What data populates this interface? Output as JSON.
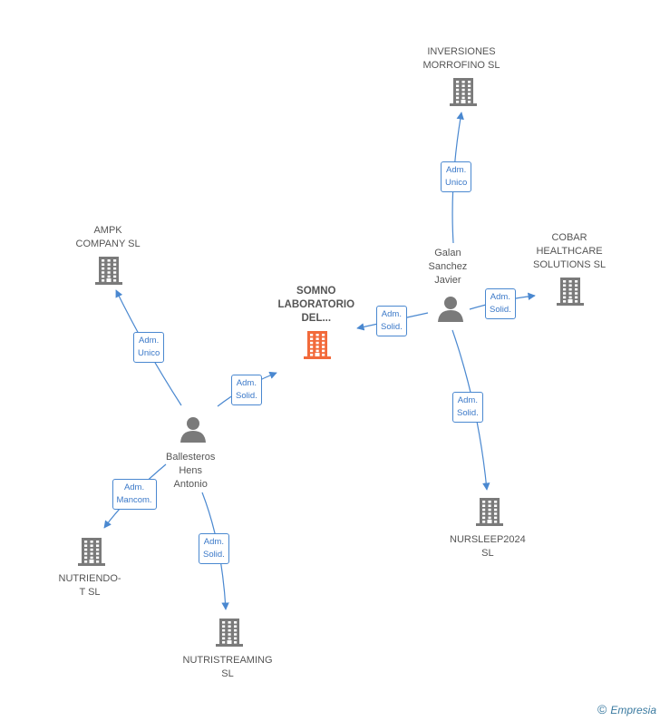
{
  "colors": {
    "company": "#7a7a7a",
    "main_company": "#f26a3b",
    "person": "#7a7a7a",
    "edge": "#4a88d0"
  },
  "nodes": [
    {
      "id": "somno",
      "type": "company",
      "main": true,
      "lines": [
        "SOMNO",
        "LABORATORIO",
        "DEL..."
      ]
    },
    {
      "id": "inversiones",
      "type": "company",
      "lines": [
        "INVERSIONES",
        "MORROFINO  SL"
      ]
    },
    {
      "id": "ampk",
      "type": "company",
      "lines": [
        "AMPK",
        "COMPANY  SL"
      ]
    },
    {
      "id": "cobar",
      "type": "company",
      "lines": [
        "COBAR",
        "HEALTHCARE",
        "SOLUTIONS  SL"
      ]
    },
    {
      "id": "nursleep",
      "type": "company",
      "lines": [
        "NURSLEEP2024",
        "SL"
      ]
    },
    {
      "id": "nutriendo",
      "type": "company",
      "lines": [
        "NUTRIENDO-",
        "T  SL"
      ]
    },
    {
      "id": "nutristreaming",
      "type": "company",
      "lines": [
        "NUTRISTREAMING",
        "SL"
      ]
    },
    {
      "id": "galan",
      "type": "person",
      "lines": [
        "Galan",
        "Sanchez",
        "Javier"
      ]
    },
    {
      "id": "ballesteros",
      "type": "person",
      "lines": [
        "Ballesteros",
        "Hens",
        "Antonio"
      ]
    }
  ],
  "edges": [
    {
      "from": "galan",
      "to": "inversiones",
      "lines": [
        "Adm.",
        "Unico"
      ]
    },
    {
      "from": "galan",
      "to": "somno",
      "lines": [
        "Adm.",
        "Solid."
      ]
    },
    {
      "from": "galan",
      "to": "cobar",
      "lines": [
        "Adm.",
        "Solid."
      ]
    },
    {
      "from": "galan",
      "to": "nursleep",
      "lines": [
        "Adm.",
        "Solid."
      ]
    },
    {
      "from": "ballesteros",
      "to": "ampk",
      "lines": [
        "Adm.",
        "Unico"
      ]
    },
    {
      "from": "ballesteros",
      "to": "somno",
      "lines": [
        "Adm.",
        "Solid."
      ]
    },
    {
      "from": "ballesteros",
      "to": "nutriendo",
      "lines": [
        "Adm.",
        "Mancom."
      ]
    },
    {
      "from": "ballesteros",
      "to": "nutristreaming",
      "lines": [
        "Adm.",
        "Solid."
      ]
    }
  ],
  "watermark": {
    "symbol": "©",
    "brand": "Empresia"
  }
}
